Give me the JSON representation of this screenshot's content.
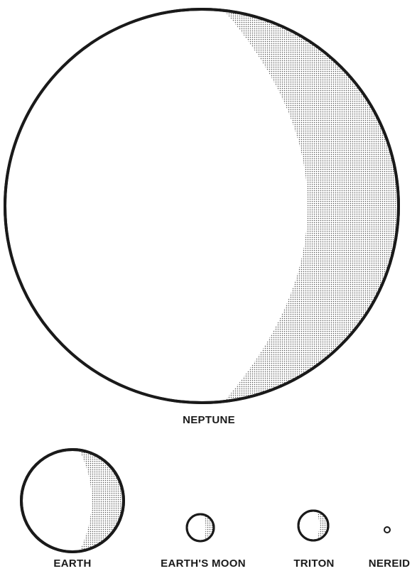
{
  "bodies": [
    {
      "id": "neptune",
      "label": "NEPTUNE"
    },
    {
      "id": "earth",
      "label": "EARTH"
    },
    {
      "id": "earths-moon",
      "label": "EARTH'S MOON"
    },
    {
      "id": "triton",
      "label": "TRITON"
    },
    {
      "id": "nereid",
      "label": "NEREID"
    }
  ],
  "colors": {
    "ink": "#1a1a1a",
    "shade_dot": "#555555",
    "background": "#ffffff"
  }
}
